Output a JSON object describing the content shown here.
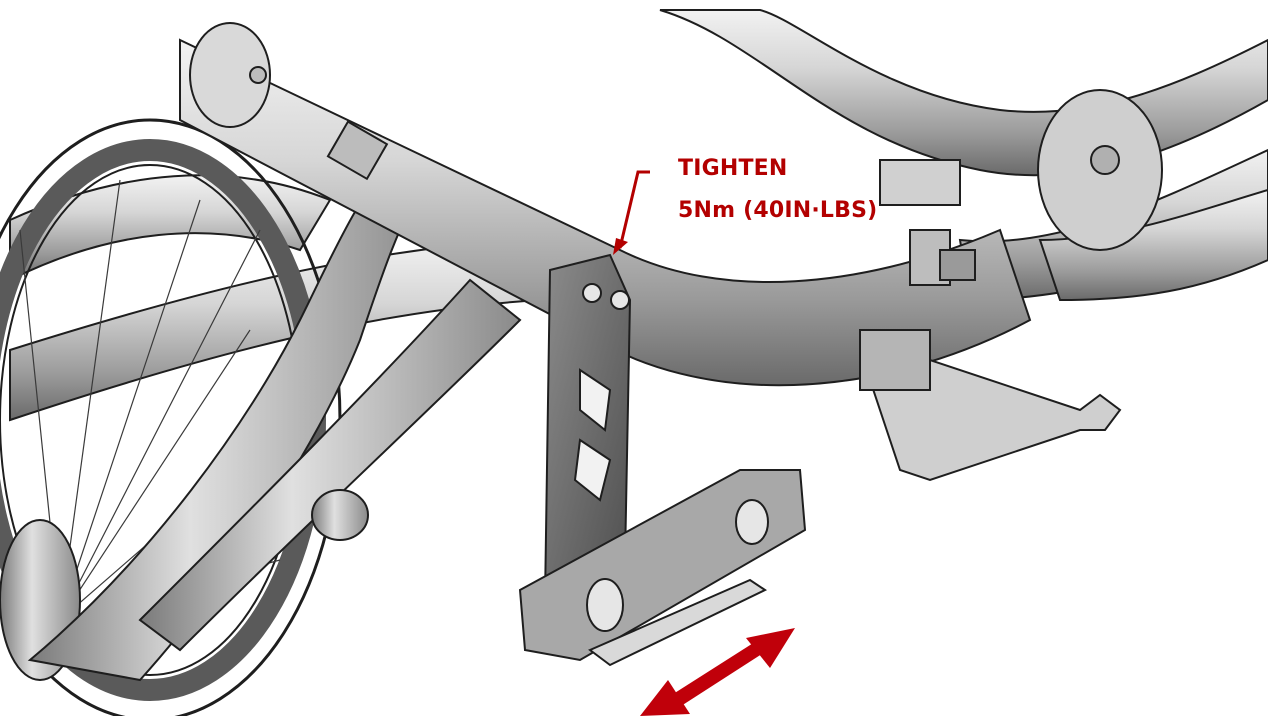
{
  "annotation": {
    "line1": "TIGHTEN",
    "line2": "5Nm (40IN·LBS)"
  },
  "colors": {
    "annotation_red": "#b30000",
    "metal_light": "#e6e6e6",
    "metal_mid": "#b8b8b8",
    "metal_dark": "#5a5a5a",
    "outline": "#1e1e1e"
  },
  "icons": [
    "leader-arrow",
    "adjust-double-arrow"
  ]
}
